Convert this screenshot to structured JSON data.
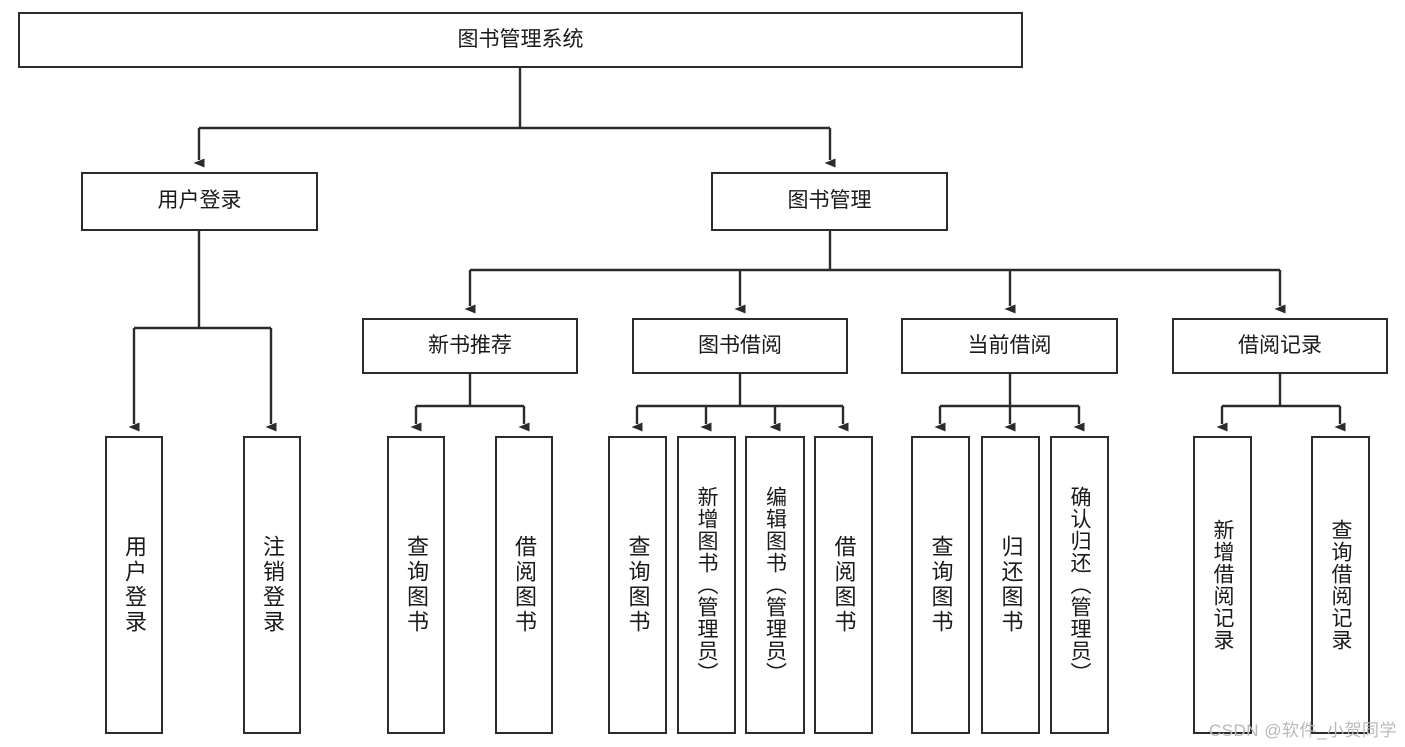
{
  "diagram": {
    "title": "图书管理系统",
    "type": "tree-hierarchy",
    "root": {
      "label": "图书管理系统"
    },
    "level2": [
      {
        "label": "用户登录"
      },
      {
        "label": "图书管理"
      }
    ],
    "level3": [
      {
        "label": "新书推荐"
      },
      {
        "label": "图书借阅"
      },
      {
        "label": "当前借阅"
      },
      {
        "label": "借阅记录"
      }
    ],
    "leaves": {
      "user_login": [
        {
          "label": "用户登录"
        },
        {
          "label": "注销登录"
        }
      ],
      "new_book_recommend": [
        {
          "label": "查询图书"
        },
        {
          "label": "借阅图书"
        }
      ],
      "book_borrow": [
        {
          "label": "查询图书"
        },
        {
          "label": "新增图书（管理员）"
        },
        {
          "label": "编辑图书（管理员）"
        },
        {
          "label": "借阅图书"
        }
      ],
      "current_borrow": [
        {
          "label": "查询图书"
        },
        {
          "label": "归还图书"
        },
        {
          "label": "确认归还（管理员）"
        }
      ],
      "borrow_record": [
        {
          "label": "新增借阅记录"
        },
        {
          "label": "查询借阅记录"
        }
      ]
    }
  },
  "watermark": {
    "text": "CSDN @软件_小贺同学"
  },
  "colors": {
    "stroke": "#2b2b2b",
    "fill": "#ffffff",
    "text": "#1a1a1a",
    "watermark": "#b9b9b9"
  }
}
